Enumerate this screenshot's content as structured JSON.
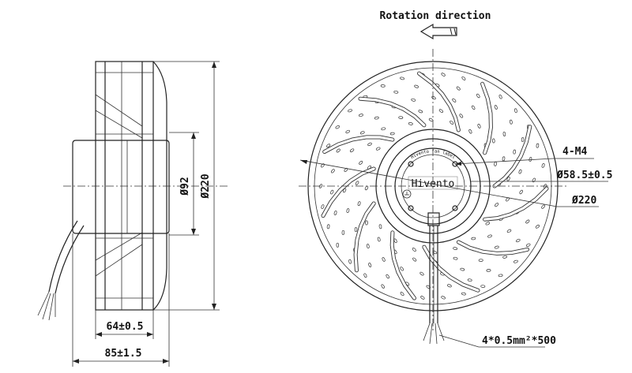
{
  "title": "Rotation direction",
  "side_view": {
    "dim_width_inner": "64±0.5",
    "dim_width_total": "85±1.5",
    "dim_hub_dia": "Ø92",
    "dim_outer_dia": "Ø220"
  },
  "front_view": {
    "brand": "Hivento",
    "label_top_text": "Hivento fan label",
    "callout_holes": "4-M4",
    "callout_hub": "Ø58.5±0.5",
    "callout_outer": "Ø220",
    "callout_cable": "4*0.5mm²*500"
  },
  "colors": {
    "line": "#222222",
    "background": "#ffffff"
  }
}
